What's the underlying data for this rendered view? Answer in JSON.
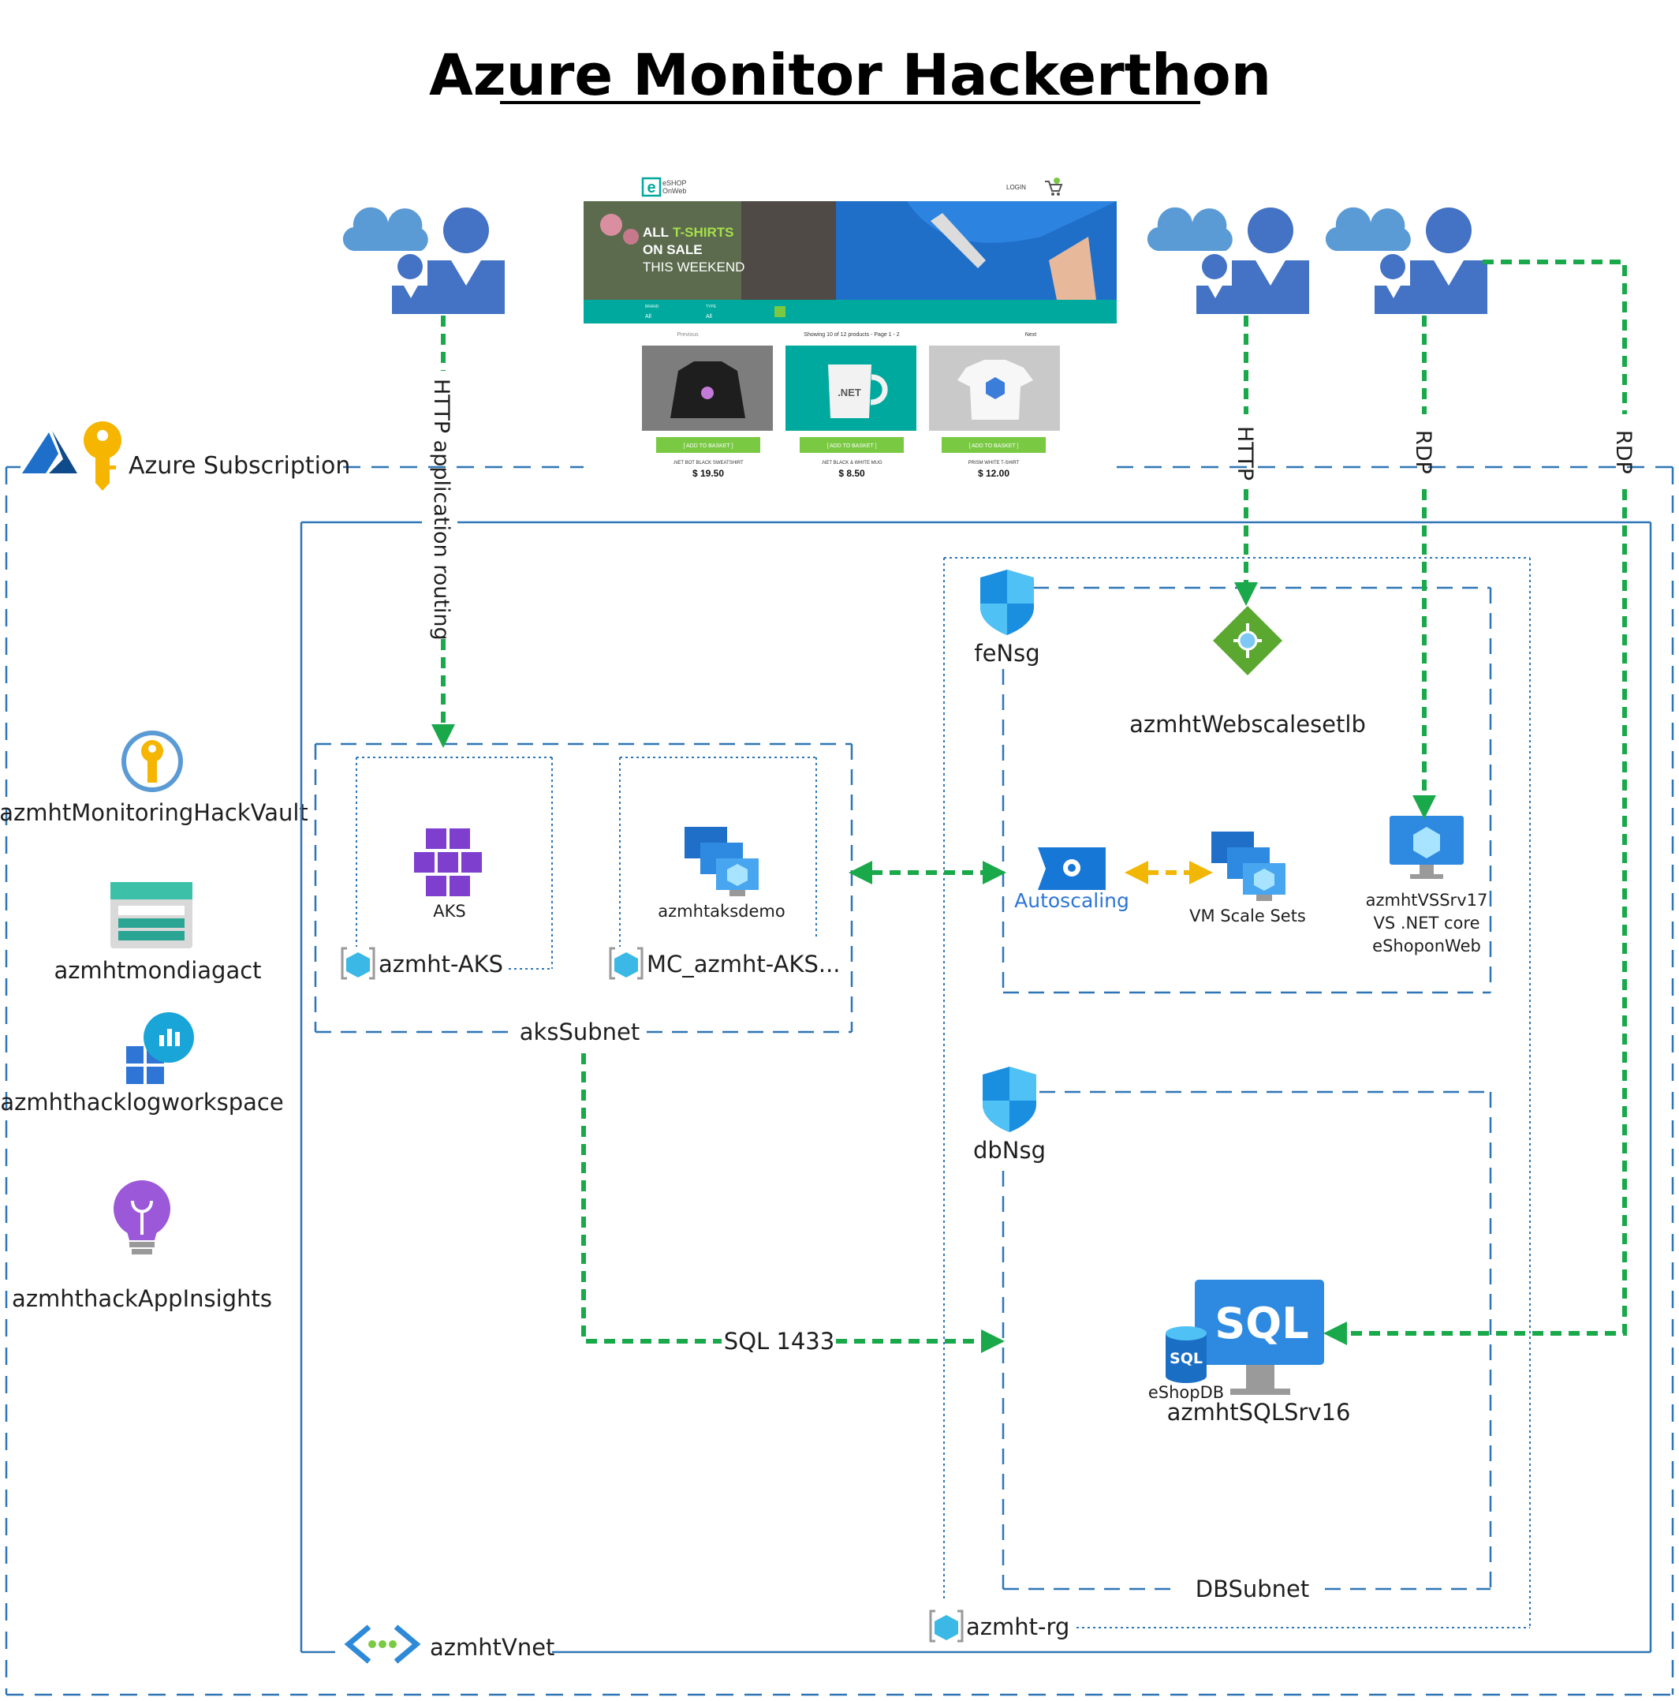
{
  "title": "Azure Monitor Hackerthon",
  "colors": {
    "link_green": "#1aa94a",
    "boundary_blue": "#2e75b6",
    "icon_blue": "#4472c4",
    "cloud_blue": "#5b9bd5",
    "autoscale_arrow": "#f2b705",
    "shop_teal": "#00a99d",
    "shop_green": "#7ac943"
  },
  "subscription": {
    "label": "Azure Subscription",
    "icons": [
      "azure-logo-icon",
      "key-icon"
    ]
  },
  "side_resources": [
    {
      "label": "azmhtMonitoringHackVault",
      "icon": "key-vault-icon"
    },
    {
      "label": "azmhtmondiagact",
      "icon": "storage-account-icon"
    },
    {
      "label": "azmhthacklogworkspace",
      "icon": "log-analytics-icon"
    },
    {
      "label": "azmhthackAppInsights",
      "icon": "app-insights-icon"
    }
  ],
  "vnet": {
    "label": "azmhtVnet",
    "icon": "vnet-icon"
  },
  "aks_subnet": {
    "label": "aksSubnet",
    "aks": {
      "caption": "AKS",
      "rg": "azmht-AKS",
      "icon": "kubernetes-icon"
    },
    "mc": {
      "caption": "azmhtaksdemo",
      "rg": "MC_azmht-AKS...",
      "icon": "vm-scale-set-icon"
    }
  },
  "fe": {
    "nsg": "feNsg",
    "lb": "azmhtWebscalesetlb",
    "autoscaling": "Autoscaling",
    "vmss": "VM Scale Sets",
    "vm_lines": [
      "azmhtVSSrv17",
      "VS .NET core",
      "eShoponWeb"
    ]
  },
  "db": {
    "nsg": "dbNsg",
    "subnet": "DBSubnet",
    "sql_icon_text": "SQL",
    "db_icon_text": "SQL",
    "db_label": "eShopDB",
    "server_label": "azmhtSQLSrv16"
  },
  "rg": {
    "label": "azmht-rg"
  },
  "connections": {
    "http_routing": "HTTP application routing",
    "http": "HTTP",
    "rdp1": "RDP",
    "rdp2": "RDP",
    "sql": "SQL 1433"
  },
  "eshop": {
    "logo_letter": "e",
    "logo_lines": [
      "eSHOP",
      "OnWeb"
    ],
    "login": "LOGIN",
    "banner_lines": [
      "ALL",
      "T-SHIRTS",
      "ON SALE",
      "THIS WEEKEND"
    ],
    "filter_labels": [
      "BRAND",
      "TYPE"
    ],
    "filter_values": [
      "All",
      "All"
    ],
    "pager": {
      "prev": "Previous",
      "info": "Showing 10 of 12 products - Page 1 - 2",
      "next": "Next"
    },
    "mug_text": ".NET",
    "products": [
      {
        "name": ".NET BOT BLACK SWEATSHIRT",
        "price": "$ 19.50",
        "button": "[ ADD TO BASKET ]"
      },
      {
        "name": ".NET BLACK & WHITE MUG",
        "price": "$ 8.50",
        "button": "[ ADD TO BASKET ]"
      },
      {
        "name": "PRISM WHITE T-SHIRT",
        "price": "$ 12.00",
        "button": "[ ADD TO BASKET ]"
      }
    ]
  }
}
